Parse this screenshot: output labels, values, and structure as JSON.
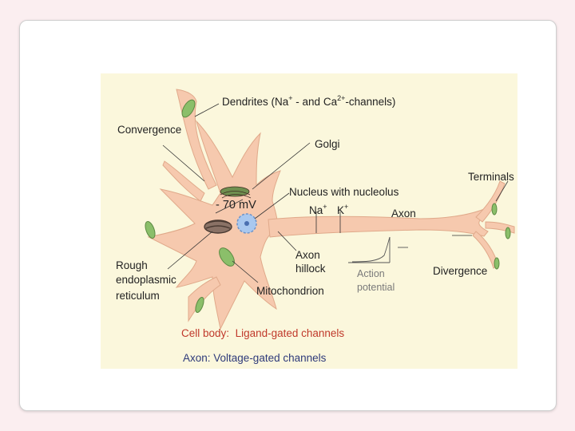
{
  "labels": {
    "dendrites_pre": "Dendrites (Na",
    "dendrites_sup1": "+",
    "dendrites_mid": " - and Ca",
    "dendrites_sup2": "2+",
    "dendrites_post": "-channels)",
    "convergence": "Convergence",
    "golgi": "Golgi",
    "terminals": "Terminals",
    "membrane_potential": "- 70 mV",
    "nucleus": "Nucleus with nucleolus",
    "na": "Na",
    "na_sup": "+",
    "k": "K",
    "k_sup": "+",
    "axon": "Axon",
    "axon_hillock_1": "Axon",
    "axon_hillock_2": "hillock",
    "rough_er_1": "Rough",
    "rough_er_2": "endoplasmic",
    "rough_er_3": "reticulum",
    "action_potential_1": "Action",
    "action_potential_2": "potential",
    "divergence": "Divergence",
    "mitochondrion": "Mitochondrion",
    "cell_body_prefix": "Cell body:",
    "cell_body_channels": "Ligand-gated channels",
    "axon_channels": "Axon: Voltage-gated channels"
  },
  "colors": {
    "cell": "#f6c9ae",
    "cell_outline": "#e0a98a",
    "mitochondria": "#8bbf6a",
    "nucleus": "#a9c8ef",
    "red_text": "#c0392b",
    "blue_text": "#2e3a7a"
  }
}
